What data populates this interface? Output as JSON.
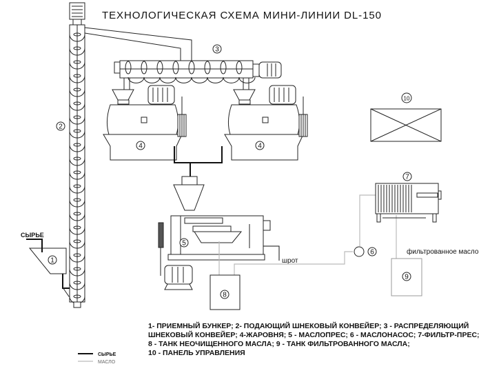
{
  "title": "ТЕХНОЛОГИЧЕСКАЯ СХЕМА МИНИ-ЛИНИИ  DL-150",
  "markers": {
    "m1": "1",
    "m2": "2",
    "m3": "3",
    "m4a": "4",
    "m4b": "4",
    "m5": "5",
    "m6": "6",
    "m7": "7",
    "m8": "8",
    "m9": "9",
    "m10": "10"
  },
  "labels": {
    "raw_input": "СЫРЬЕ",
    "meal": "шрот",
    "filtered_oil": "фильтрованное масло"
  },
  "legend": {
    "raw": "СЫРЬЕ",
    "oil": "МАСЛО"
  },
  "description": [
    "1- ПРИЕМНЫЙ БУНКЕР;  2- ПОДАЮЩИЙ ШНЕКОВЫЙ  КОНВЕЙЕР; 3 - РАСПРЕДЕЛЯЮЩИЙ",
    "ШНЕКОВЫЙ КОНВЕЙЕР; 4-ЖАРОВНЯ; 5 - МАСЛОПРЕС; 6 - МАСЛОНАСОС; 7-ФИЛЬТР-ПРЕС;",
    "8 - ТАНК НЕОЧИЩЕННОГО МАСЛА; 9 - ТАНК ФИЛЬТРОВАННОГО МАСЛА;",
    "10 - ПАНЕЛЬ УПРАВЛЕНИЯ"
  ],
  "colors": {
    "raw_line": "#111111",
    "oil_line": "#bbbbbb"
  }
}
